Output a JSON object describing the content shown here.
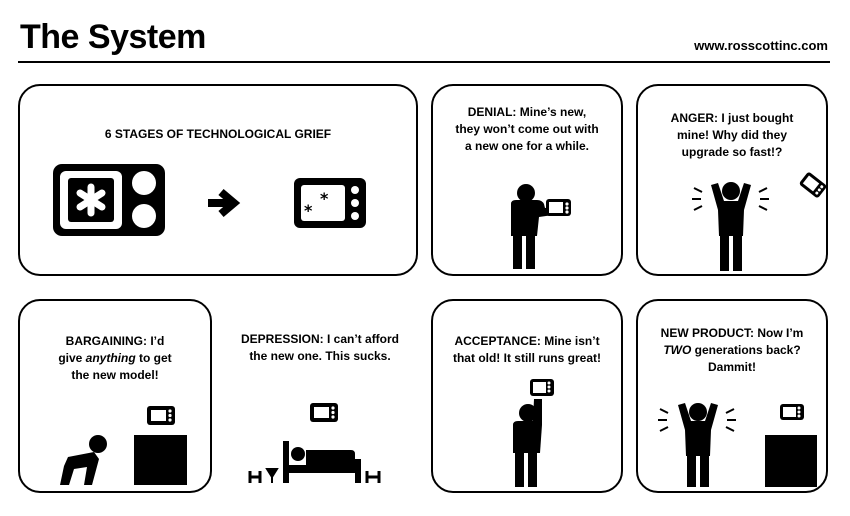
{
  "header": {
    "title": "The System",
    "site": "www.rosscottinc.com"
  },
  "intro": {
    "heading": "6 STAGES OF TECHNOLOGICAL GRIEF"
  },
  "stages": [
    {
      "label": "DENIAL:",
      "line1": " Mine’s new,",
      "line2": "they won’t come out with",
      "line3": "a new one for a while."
    },
    {
      "label": "ANGER:",
      "line1": " I just bought",
      "line2": "mine! Why did they",
      "line3": "upgrade so fast!?"
    },
    {
      "label": "BARGAINING:",
      "line1": " I’d",
      "line2a": "give ",
      "line2em": "anything",
      "line2b": " to get",
      "line3": "the new model!"
    },
    {
      "label": "DEPRESSION:",
      "line1": " I can’t afford",
      "line2": "the new one. This sucks."
    },
    {
      "label": "ACCEPTANCE:",
      "line1": " Mine isn’t",
      "line2": "that old! It still runs great!"
    },
    {
      "label": "NEW PRODUCT:",
      "line1": " Now I’m",
      "line2em": "TWO",
      "line2b": " generations back?",
      "line3": "Dammit!"
    }
  ]
}
